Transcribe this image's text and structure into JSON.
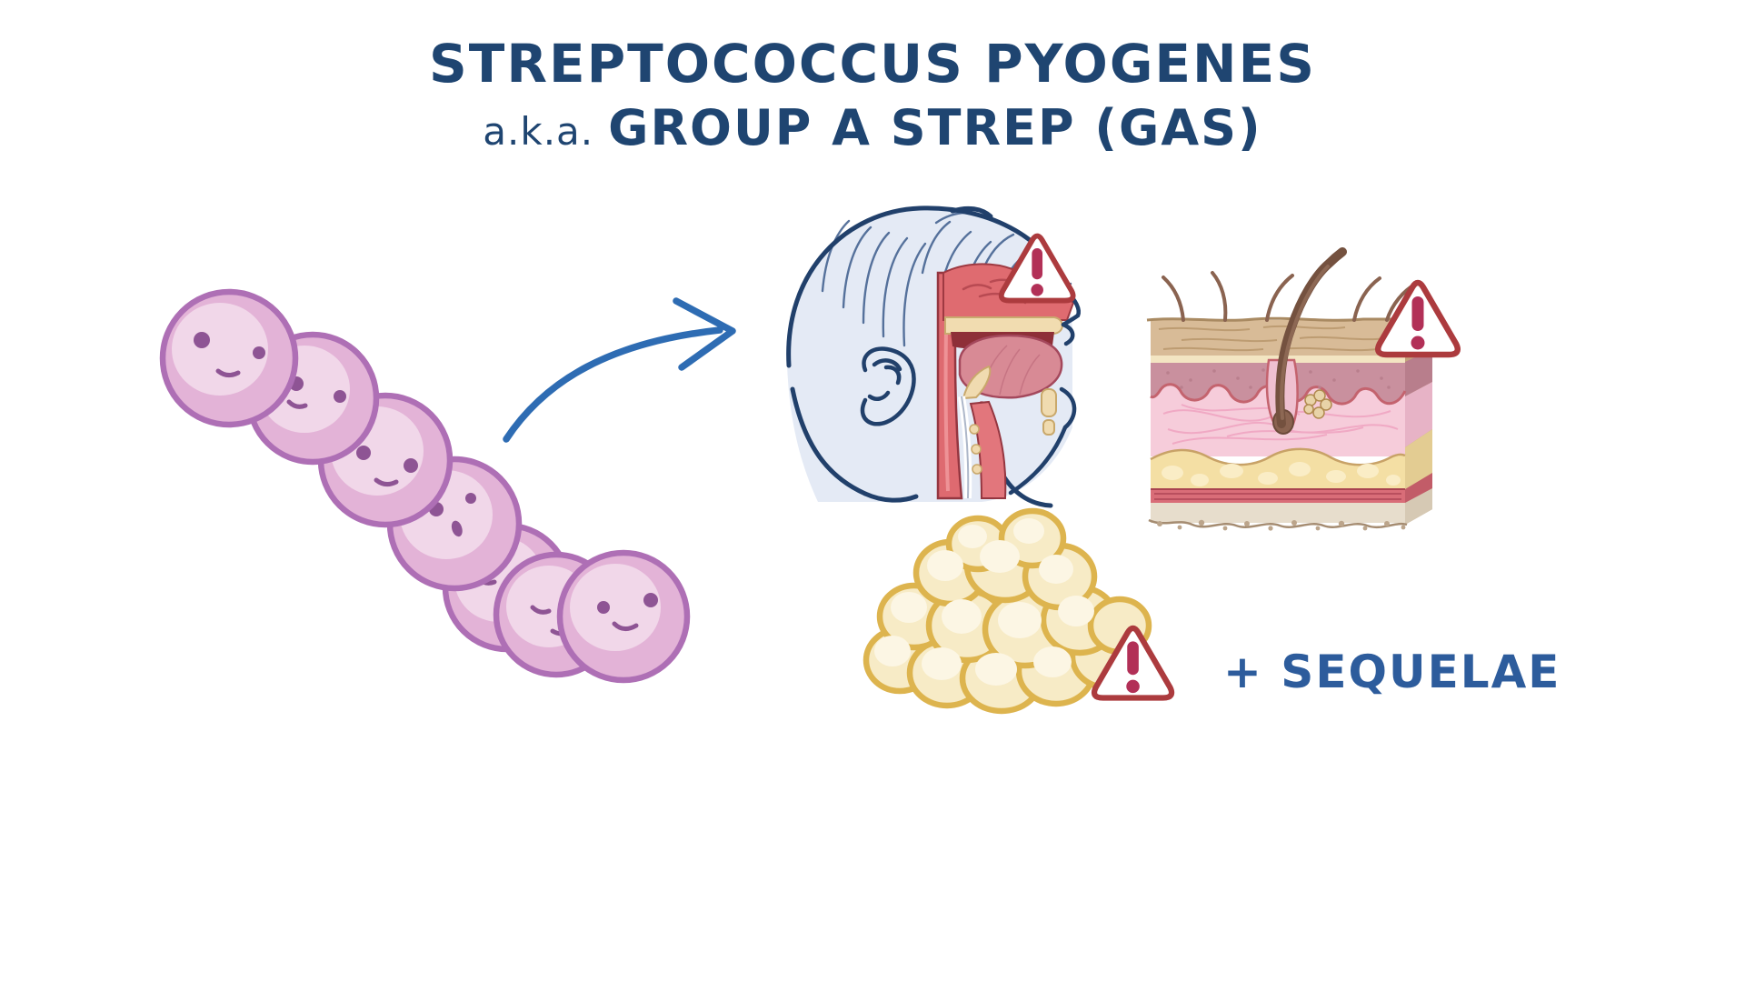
{
  "title": {
    "line1": "STREPTOCOCCUS PYOGENES",
    "line2_prefix": "a.k.a.",
    "line2_main": "GROUP A STREP (GAS)"
  },
  "annotations": {
    "sequelae": "+ SEQUELAE"
  },
  "icons": {
    "warning": {
      "name": "warning-triangle-icon",
      "glyph": "!",
      "count": 3
    }
  },
  "illustrations": {
    "bacteria_chain": {
      "name": "streptococcus-chain",
      "cocci_count": 7
    },
    "head": {
      "name": "infant-head-throat-cross-section"
    },
    "skin": {
      "name": "skin-cross-section-with-hair-follicle"
    },
    "adipose": {
      "name": "soft-tissue-adipose-mass"
    }
  },
  "colors": {
    "background": "#FFFFFF",
    "title_navy": "#1F4571",
    "sequelae_blue": "#2D5C9C",
    "arrow_blue": "#2E6CB3",
    "warning_border": "#AC3B3E",
    "warning_mark": "#B23057",
    "bacteria_fill": "#E3B3D7",
    "bacteria_outline": "#AE6FB5"
  }
}
